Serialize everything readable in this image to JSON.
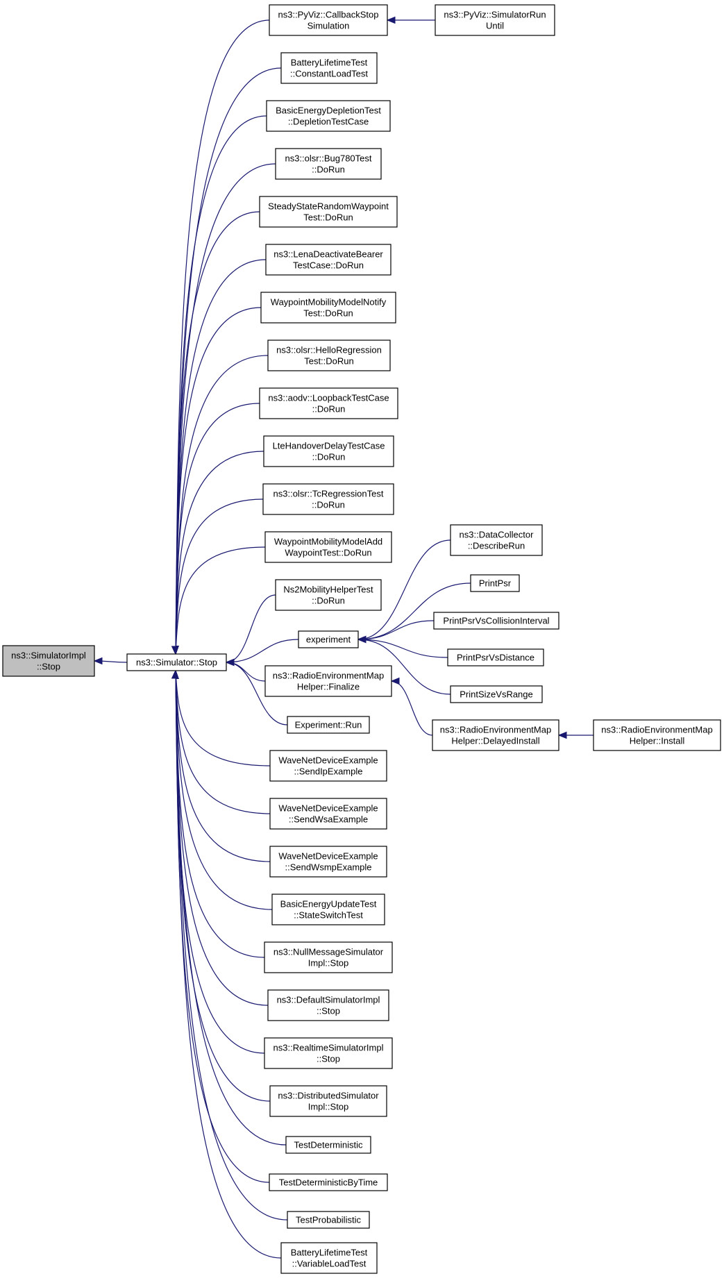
{
  "diagram": {
    "nodes": [
      {
        "id": "root",
        "lines": [
          "ns3::SimulatorImpl",
          "::Stop"
        ],
        "root": true
      },
      {
        "id": "stop",
        "lines": [
          "ns3::Simulator::Stop"
        ]
      },
      {
        "id": "cb",
        "lines": [
          "ns3::PyViz::CallbackStop",
          "Simulation"
        ]
      },
      {
        "id": "srun",
        "lines": [
          "ns3::PyViz::SimulatorRun",
          "Until"
        ]
      },
      {
        "id": "blc",
        "lines": [
          "BatteryLifetimeTest",
          "::ConstantLoadTest"
        ]
      },
      {
        "id": "bed",
        "lines": [
          "BasicEnergyDepletionTest",
          "::DepletionTestCase"
        ]
      },
      {
        "id": "bug",
        "lines": [
          "ns3::olsr::Bug780Test",
          "::DoRun"
        ]
      },
      {
        "id": "ssr",
        "lines": [
          "SteadyStateRandomWaypoint",
          "Test::DoRun"
        ]
      },
      {
        "id": "lena",
        "lines": [
          "ns3::LenaDeactivateBearer",
          "TestCase::DoRun"
        ]
      },
      {
        "id": "wmn",
        "lines": [
          "WaypointMobilityModelNotify",
          "Test::DoRun"
        ]
      },
      {
        "id": "hello",
        "lines": [
          "ns3::olsr::HelloRegression",
          "Test::DoRun"
        ]
      },
      {
        "id": "aodv",
        "lines": [
          "ns3::aodv::LoopbackTestCase",
          "::DoRun"
        ]
      },
      {
        "id": "lte",
        "lines": [
          "LteHandoverDelayTestCase",
          "::DoRun"
        ]
      },
      {
        "id": "tc",
        "lines": [
          "ns3::olsr::TcRegressionTest",
          "::DoRun"
        ]
      },
      {
        "id": "wma",
        "lines": [
          "WaypointMobilityModelAdd",
          "WaypointTest::DoRun"
        ]
      },
      {
        "id": "ns2",
        "lines": [
          "Ns2MobilityHelperTest",
          "::DoRun"
        ]
      },
      {
        "id": "exp",
        "lines": [
          "experiment"
        ]
      },
      {
        "id": "rem",
        "lines": [
          "ns3::RadioEnvironmentMap",
          "Helper::Finalize"
        ]
      },
      {
        "id": "exrun",
        "lines": [
          "Experiment::Run"
        ]
      },
      {
        "id": "wip",
        "lines": [
          "WaveNetDeviceExample",
          "::SendIpExample"
        ]
      },
      {
        "id": "wwsa",
        "lines": [
          "WaveNetDeviceExample",
          "::SendWsaExample"
        ]
      },
      {
        "id": "wwsmp",
        "lines": [
          "WaveNetDeviceExample",
          "::SendWsmpExample"
        ]
      },
      {
        "id": "beu",
        "lines": [
          "BasicEnergyUpdateTest",
          "::StateSwitchTest"
        ]
      },
      {
        "id": "nms",
        "lines": [
          "ns3::NullMessageSimulator",
          "Impl::Stop"
        ]
      },
      {
        "id": "dsi",
        "lines": [
          "ns3::DefaultSimulatorImpl",
          "::Stop"
        ]
      },
      {
        "id": "rsi",
        "lines": [
          "ns3::RealtimeSimulatorImpl",
          "::Stop"
        ]
      },
      {
        "id": "dist",
        "lines": [
          "ns3::DistributedSimulator",
          "Impl::Stop"
        ]
      },
      {
        "id": "td",
        "lines": [
          "TestDeterministic"
        ]
      },
      {
        "id": "tdt",
        "lines": [
          "TestDeterministicByTime"
        ]
      },
      {
        "id": "tp",
        "lines": [
          "TestProbabilistic"
        ]
      },
      {
        "id": "blv",
        "lines": [
          "BatteryLifetimeTest",
          "::VariableLoadTest"
        ]
      },
      {
        "id": "dc",
        "lines": [
          "ns3::DataCollector",
          "::DescribeRun"
        ]
      },
      {
        "id": "pp",
        "lines": [
          "PrintPsr"
        ]
      },
      {
        "id": "ppc",
        "lines": [
          "PrintPsrVsCollisionInterval"
        ]
      },
      {
        "id": "ppd",
        "lines": [
          "PrintPsrVsDistance"
        ]
      },
      {
        "id": "psr",
        "lines": [
          "PrintSizeVsRange"
        ]
      },
      {
        "id": "remd",
        "lines": [
          "ns3::RadioEnvironmentMap",
          "Helper::DelayedInstall"
        ]
      },
      {
        "id": "remi",
        "lines": [
          "ns3::RadioEnvironmentMap",
          "Helper::Install"
        ]
      }
    ],
    "edges": [
      {
        "from": "stop",
        "to": "root"
      },
      {
        "from": "srun",
        "to": "cb"
      },
      {
        "from": "cb",
        "to": "stop"
      },
      {
        "from": "blc",
        "to": "stop"
      },
      {
        "from": "bed",
        "to": "stop"
      },
      {
        "from": "bug",
        "to": "stop"
      },
      {
        "from": "ssr",
        "to": "stop"
      },
      {
        "from": "lena",
        "to": "stop"
      },
      {
        "from": "wmn",
        "to": "stop"
      },
      {
        "from": "hello",
        "to": "stop"
      },
      {
        "from": "aodv",
        "to": "stop"
      },
      {
        "from": "lte",
        "to": "stop"
      },
      {
        "from": "tc",
        "to": "stop"
      },
      {
        "from": "wma",
        "to": "stop"
      },
      {
        "from": "ns2",
        "to": "stop"
      },
      {
        "from": "exp",
        "to": "stop"
      },
      {
        "from": "rem",
        "to": "stop"
      },
      {
        "from": "exrun",
        "to": "stop"
      },
      {
        "from": "wip",
        "to": "stop"
      },
      {
        "from": "wwsa",
        "to": "stop"
      },
      {
        "from": "wwsmp",
        "to": "stop"
      },
      {
        "from": "beu",
        "to": "stop"
      },
      {
        "from": "nms",
        "to": "stop"
      },
      {
        "from": "dsi",
        "to": "stop"
      },
      {
        "from": "rsi",
        "to": "stop"
      },
      {
        "from": "dist",
        "to": "stop"
      },
      {
        "from": "td",
        "to": "stop"
      },
      {
        "from": "tdt",
        "to": "stop"
      },
      {
        "from": "tp",
        "to": "stop"
      },
      {
        "from": "blv",
        "to": "stop"
      },
      {
        "from": "dc",
        "to": "exp"
      },
      {
        "from": "pp",
        "to": "exp"
      },
      {
        "from": "ppc",
        "to": "exp"
      },
      {
        "from": "ppd",
        "to": "exp"
      },
      {
        "from": "psr",
        "to": "exp"
      },
      {
        "from": "remd",
        "to": "rem"
      },
      {
        "from": "remi",
        "to": "remd"
      }
    ],
    "colors": {
      "edge": "#191970",
      "root_fill": "#bfbfbf",
      "node_fill": "#ffffff"
    }
  }
}
